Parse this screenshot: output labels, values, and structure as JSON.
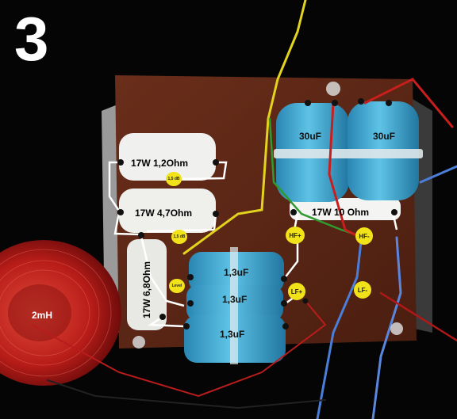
{
  "step_number": "3",
  "resistors": {
    "r1": "17W 1,2Ohm",
    "r2": "17W 4,7Ohm",
    "r3": "17W 6,8Ohm",
    "r4": "17W 10 Ohm"
  },
  "capacitors": {
    "c1": "30uF",
    "c2": "30uF",
    "c3": "1,3uF",
    "c4": "1,3uF",
    "c5": "1,3uF"
  },
  "inductor": {
    "label": "2mH"
  },
  "badges": {
    "hf_plus": "HF+",
    "hf_minus": "HF-",
    "lf_plus": "LF+",
    "lf_minus": "LF-",
    "small1": "1,5 dB",
    "small2": "1,5 dB",
    "small3": "Level"
  },
  "colors": {
    "board": "#5a2616",
    "capacitor": "#39a9d4",
    "badge": "#f2e21a",
    "inductor": "#c0201c"
  }
}
